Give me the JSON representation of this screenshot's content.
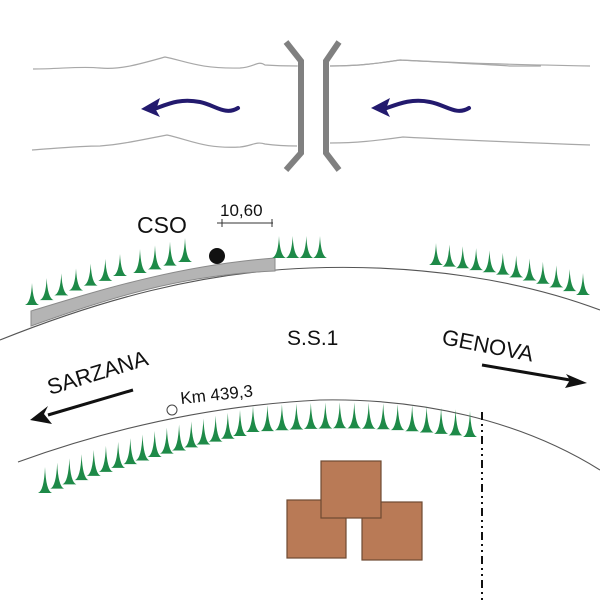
{
  "diagram": {
    "type": "site-plan",
    "labels": {
      "station": "CSO",
      "distance": "10,60",
      "road": "S.S.1",
      "direction_west": "SARZANA",
      "direction_east": "GENOVA",
      "kilometer": "Km 439,3"
    },
    "elements": {
      "river": {
        "flow_direction": "west",
        "flow_arrows": 2
      },
      "bridge": {
        "sides": 2
      },
      "station_marker": "filled-circle",
      "km_marker": "open-circle",
      "buildings": 3,
      "boundary_line": "dash-dot"
    },
    "colors": {
      "grass": "#1e8a48",
      "flow": "#231a6e",
      "bridge": "#808080",
      "building": "#b97a56",
      "sidewalk": "#b4b4b4"
    }
  }
}
